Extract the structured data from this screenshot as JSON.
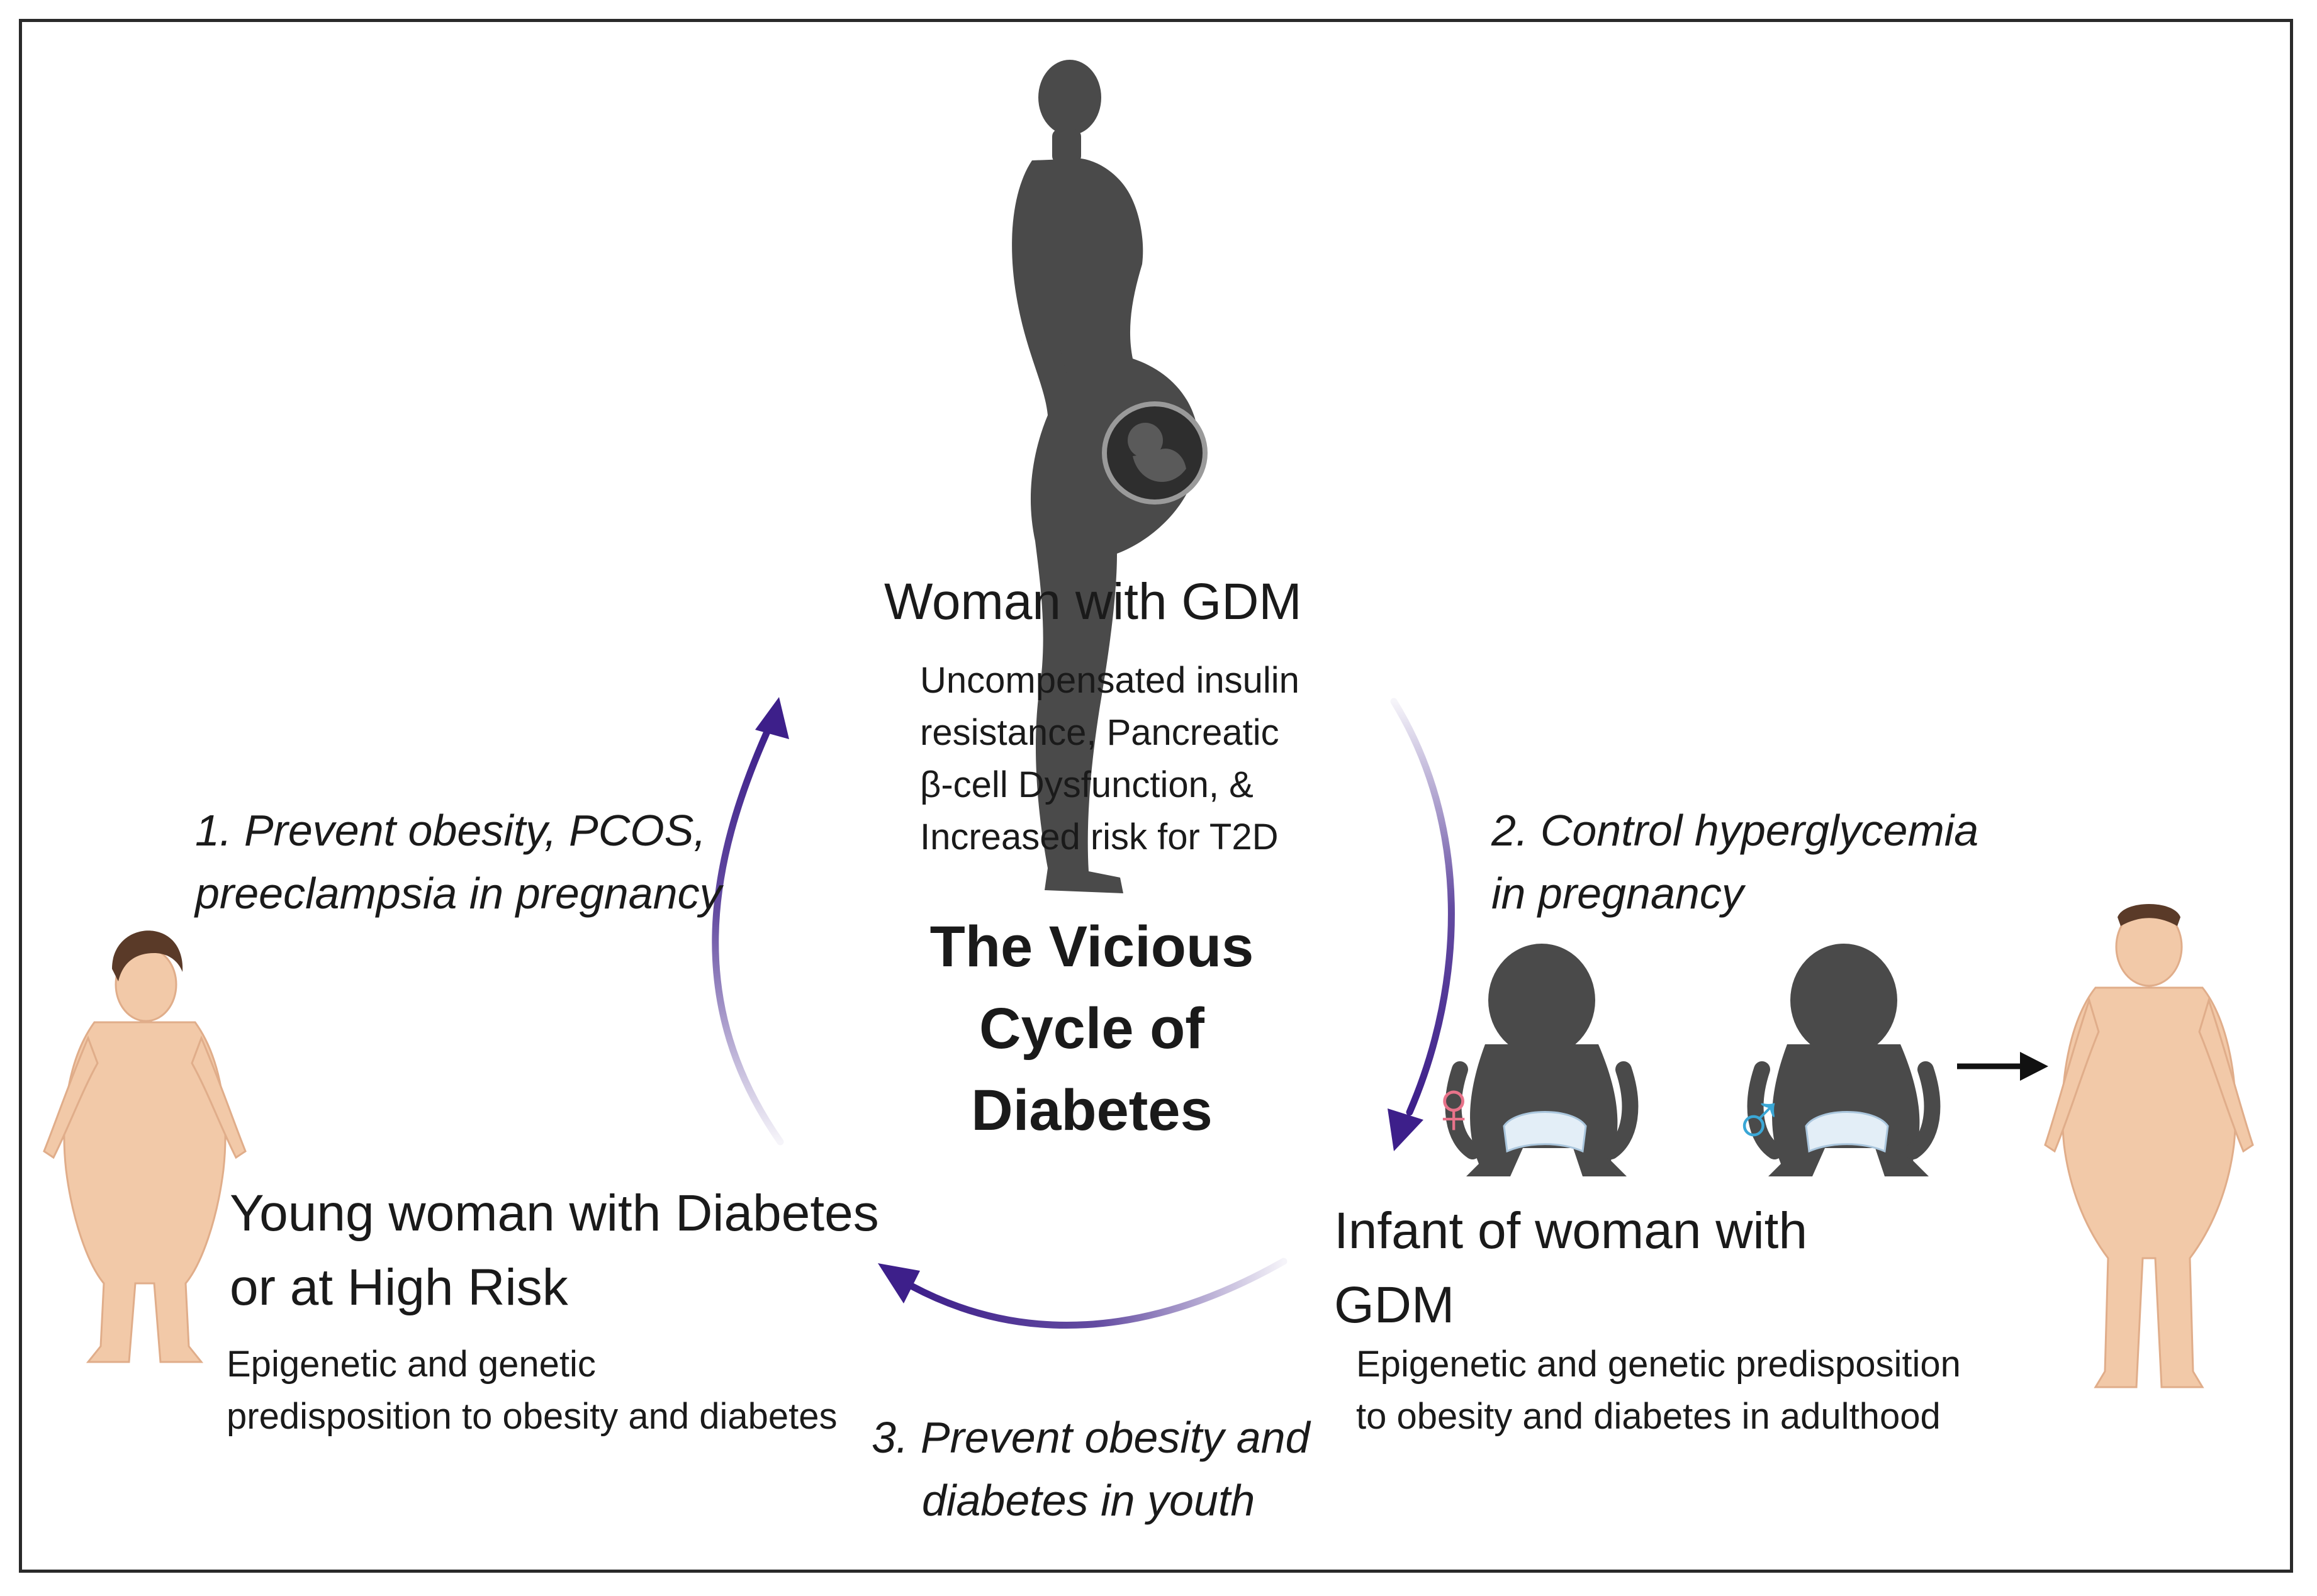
{
  "center_title": [
    "The Vicious",
    "Cycle of",
    "Diabetes"
  ],
  "nodes": {
    "woman_gdm": {
      "title": "Woman with GDM",
      "description": [
        "Uncompensated insulin",
        "resistance, Pancreatic",
        "β-cell Dysfunction, &",
        "Increased risk for T2D"
      ]
    },
    "infant": {
      "title": [
        "Infant of woman with",
        "GDM"
      ],
      "description": [
        "Epigenetic and genetic predisposition",
        "to obesity and diabetes in adulthood"
      ]
    },
    "young_woman": {
      "title": [
        "Young woman with Diabetes",
        "or at High Risk"
      ],
      "description": [
        "Epigenetic and genetic",
        "predisposition to obesity and diabetes"
      ]
    }
  },
  "steps": {
    "step1": [
      "1. Prevent obesity, PCOS,",
      "preeclampsia in pregnancy"
    ],
    "step2": [
      "2. Control hyperglycemia",
      "in pregnancy"
    ],
    "step3": [
      "3. Prevent obesity and",
      "diabetes in youth"
    ]
  },
  "symbols": {
    "female": "♀",
    "male": "♂"
  },
  "colors": {
    "arrow": "#3d1f8a",
    "silhouette": "#4a4a4a",
    "skin": "#f2c9a8",
    "female_symbol": "#e8738a",
    "male_symbol": "#3aa7d6"
  }
}
